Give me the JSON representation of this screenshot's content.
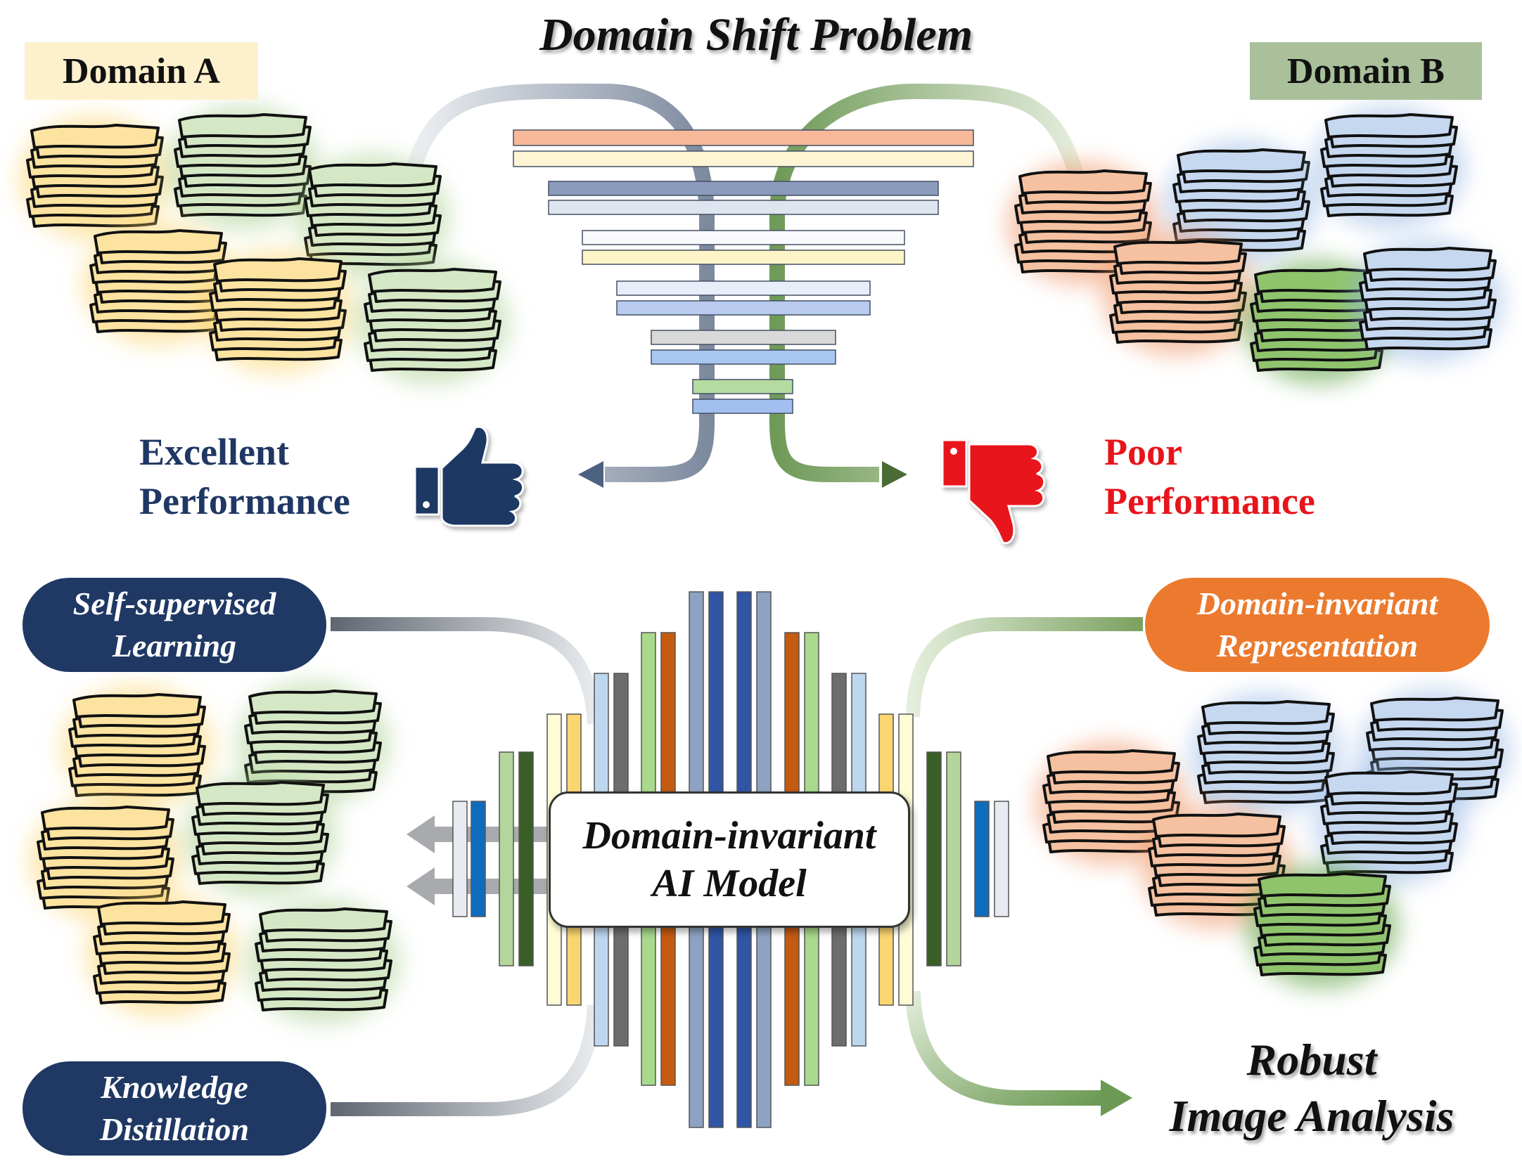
{
  "title": "Domain Shift Problem",
  "domains": {
    "a": "Domain A",
    "b": "Domain B"
  },
  "performance": {
    "excellent": [
      "Excellent",
      "Performance"
    ],
    "poor": [
      "Poor",
      "Performance"
    ]
  },
  "methods": {
    "self_supervised": [
      "Self-supervised",
      "Learning"
    ],
    "knowledge_distillation": [
      "Knowledge",
      "Distillation"
    ],
    "domain_invariant_representation": [
      "Domain-invariant",
      "Representation"
    ]
  },
  "model": [
    "Domain-invariant",
    "AI Model"
  ],
  "result": [
    "Robust",
    "Image Analysis"
  ],
  "icons": {
    "thumbs_up": "thumbs-up-icon",
    "thumbs_down": "thumbs-down-icon",
    "document_stack": "document-stack-icon"
  },
  "colors": {
    "navy": "#1f3864",
    "orange": "#ec7a2e",
    "red": "#e8141b",
    "domain_a_bg": "#fdf0cd",
    "domain_b_bg": "#a9c09a"
  }
}
